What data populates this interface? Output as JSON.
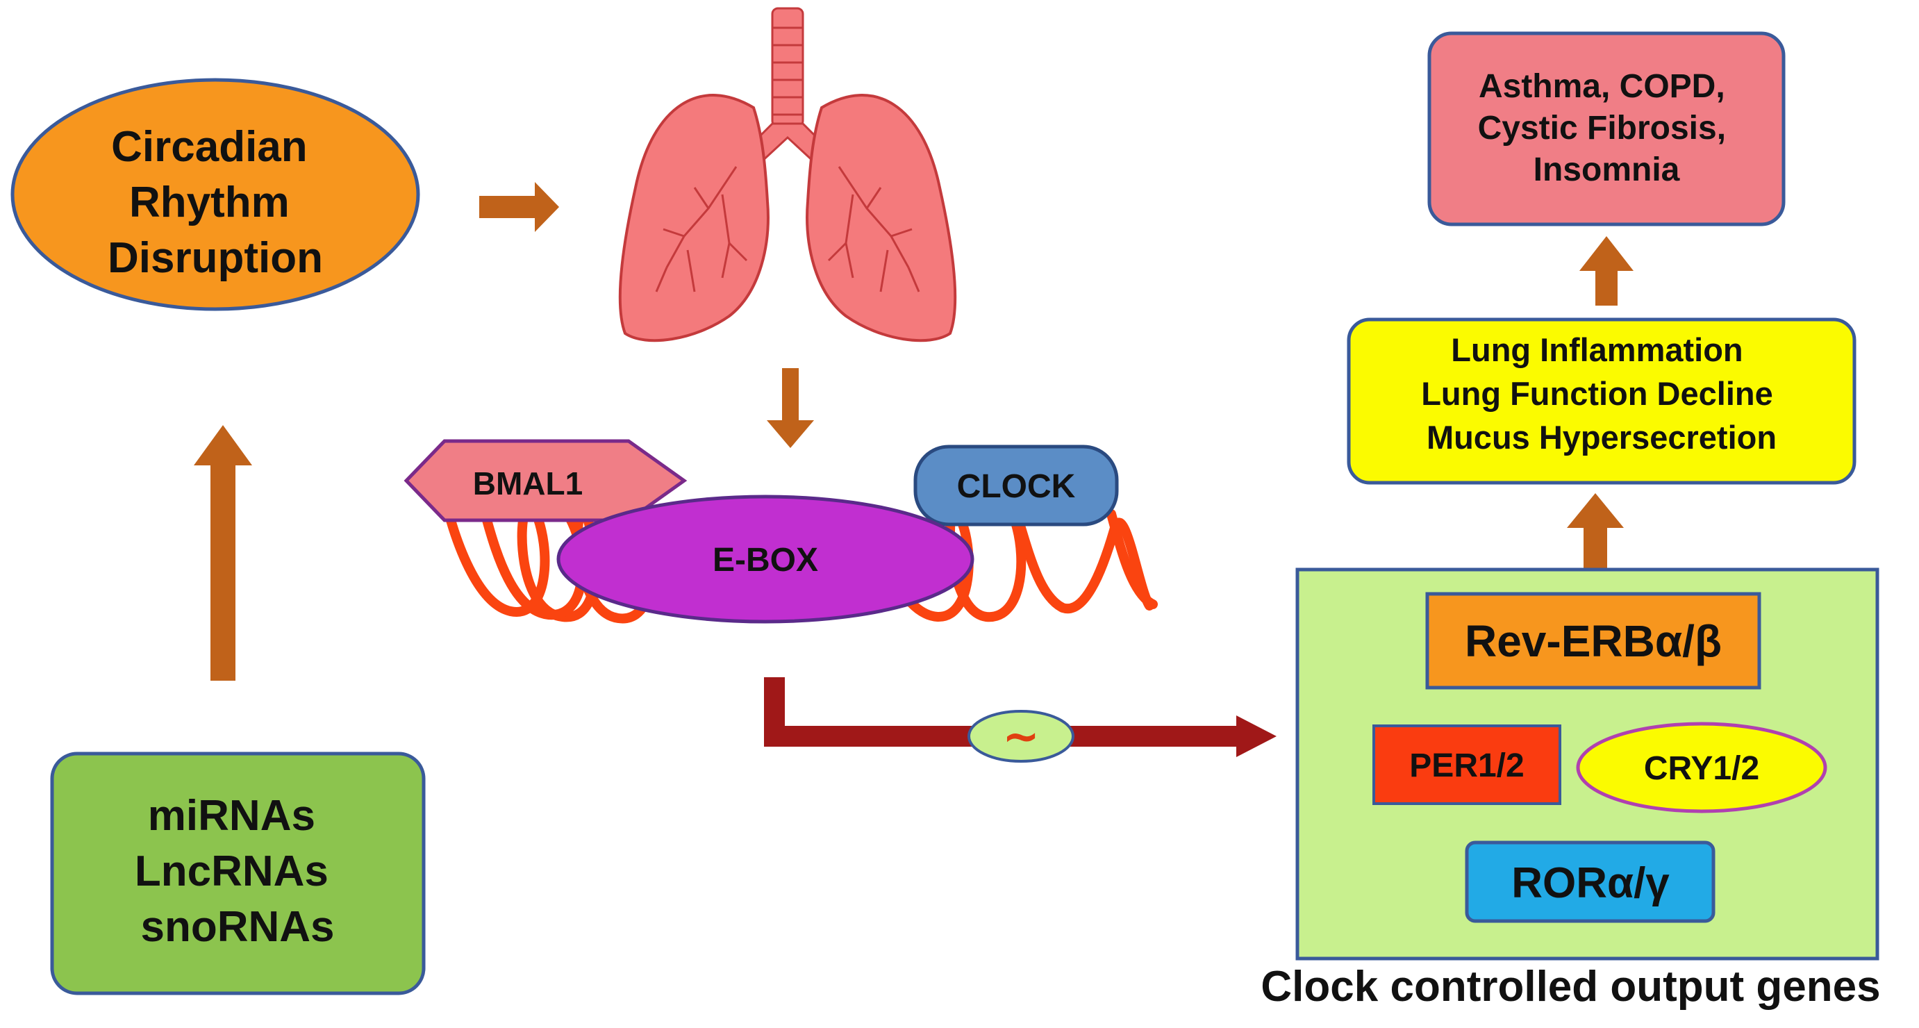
{
  "nodes": {
    "circadian": {
      "lines": [
        "Circadian",
        "Rhythm",
        "Disruption"
      ]
    },
    "ncrna": {
      "lines": [
        "miRNAs",
        "LncRNAs",
        "snoRNAs"
      ]
    },
    "bmal1": {
      "label": "BMAL1"
    },
    "clock": {
      "label": "CLOCK"
    },
    "ebox": {
      "label": "E-BOX"
    },
    "lung_effects": {
      "lines": [
        "Lung Inflammation",
        "Lung Function Decline",
        "Mucus Hypersecretion"
      ]
    },
    "diseases": {
      "lines": [
        "Asthma, COPD,",
        "Cystic Fibrosis,",
        "Insomnia"
      ]
    },
    "rev_erb": {
      "label": "Rev-ERBα/β"
    },
    "per": {
      "label": "PER1/2"
    },
    "cry": {
      "label": "CRY1/2"
    },
    "ror": {
      "label": "RORα/γ"
    },
    "oscillation": {
      "symbol": "~"
    }
  },
  "output_panel": {
    "caption": "Clock controlled output genes"
  },
  "colors": {
    "arrow": "#c0621a",
    "orange": "#f7961e",
    "green": "#8cc44e",
    "yellow": "#fbfb00",
    "pink": "#f07e86",
    "purple": "#c12fd0",
    "blue_clock": "#5b8dc6",
    "light_green": "#c8f08e",
    "red_per": "#fa3c10",
    "cyan_ror": "#22aae6",
    "dna": "#fa4410",
    "lung": "#f47a7c",
    "dark_red_arrow": "#a01818"
  }
}
